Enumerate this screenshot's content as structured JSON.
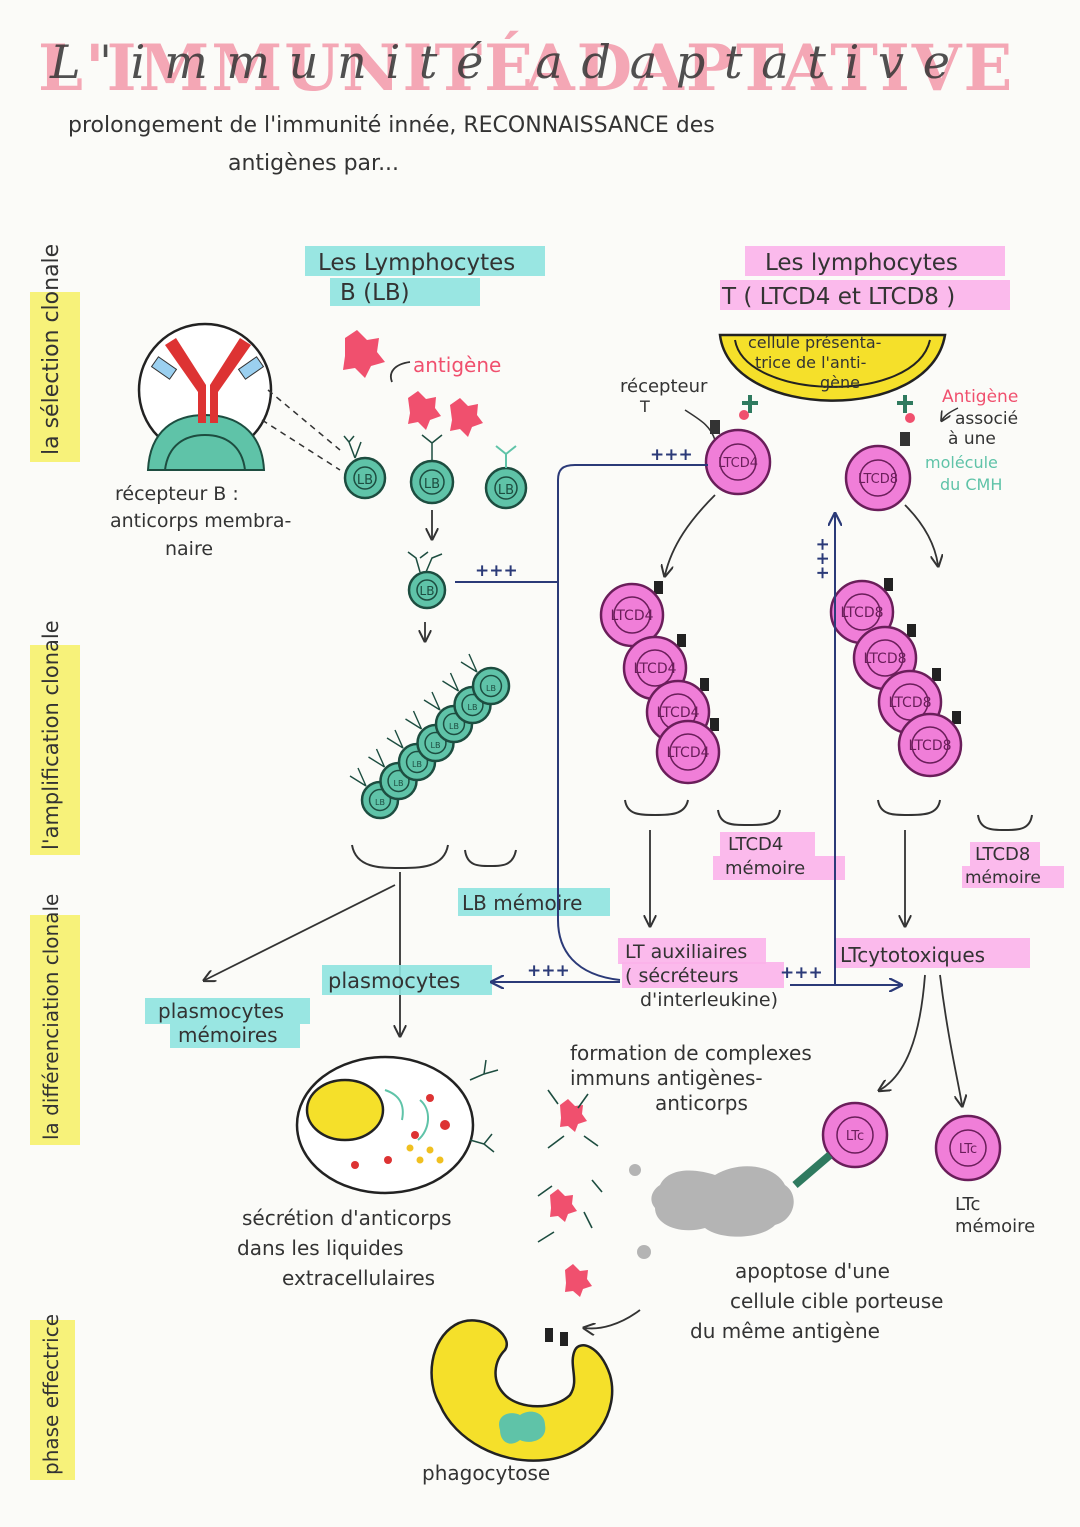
{
  "title": {
    "part1": "L'IMMUNITÉ",
    "part2": "ADAPTATIVE",
    "overlay": "L'immunité adaptative"
  },
  "intro": {
    "line1": "prolongement de l'immunité innée, RECONNAISSANCE des",
    "line2": "antigènes par..."
  },
  "phases": [
    "la sélection clonale",
    "l'amplification clonale",
    "la différenciation clonale",
    "phase effectrice"
  ],
  "lb": {
    "header1": "Les Lymphocytes",
    "header2": "B (LB)",
    "antigen": "antigène",
    "receptor1": "récepteur B :",
    "receptor2": "anticorps membra-",
    "receptor3": "naire",
    "cell": "LB",
    "memory": "LB mémoire",
    "plasmocytes": "plasmocytes",
    "plasmo_mem1": "plasmocytes",
    "plasmo_mem2": "mémoires",
    "secretion1": "sécrétion d'anticorps",
    "secretion2": "dans les liquides",
    "secretion3": "extracellulaires"
  },
  "lt": {
    "header1": "Les lymphocytes",
    "header2": "T ( LTCD4 et LTCD8 )",
    "cpa1": "cellule présenta-",
    "cpa2": "trice de l'anti-",
    "cpa3": "gène",
    "receptor1": "récepteur",
    "receptor2": "T",
    "antigen1": "Antigène",
    "antigen2": "associé",
    "antigen3": "à une",
    "antigen4": "molécule",
    "antigen5": "du CMH",
    "cd4": "LTCD4",
    "cd8": "LTCD8",
    "cd4_mem1": "LTCD4",
    "cd4_mem2": "mémoire",
    "cd8_mem1": "LTCD8",
    "cd8_mem2": "mémoire",
    "aux1": "LT auxiliaires",
    "aux2": "( sécréteurs",
    "aux3": "d'interleukine)",
    "cyto": "LTcytotoxiques",
    "ltc": "LTc",
    "ltc_mem1": "LTc",
    "ltc_mem2": "mémoire"
  },
  "effector": {
    "complex1": "formation de complexes",
    "complex2": "immuns antigènes-",
    "complex3": "anticorps",
    "apoptose1": "apoptose d'une",
    "apoptose2": "cellule cible porteuse",
    "apoptose3": "du même antigène",
    "phagocytose": "phagocytose"
  },
  "signal": "+++",
  "colors": {
    "title_pink": "#f4a7b5",
    "lb_cell": "#5fc3a8",
    "lb_dark": "#1d4d40",
    "lt_cell": "#f07ed8",
    "lt_dark": "#6a1e5a",
    "antigen": "#f0506e",
    "hl_cyan": "#8ee3df",
    "hl_pink": "#fbb3ea",
    "hl_yellow": "#f6f05a",
    "yellow": "#f5e02a",
    "navy": "#2b3a78"
  }
}
